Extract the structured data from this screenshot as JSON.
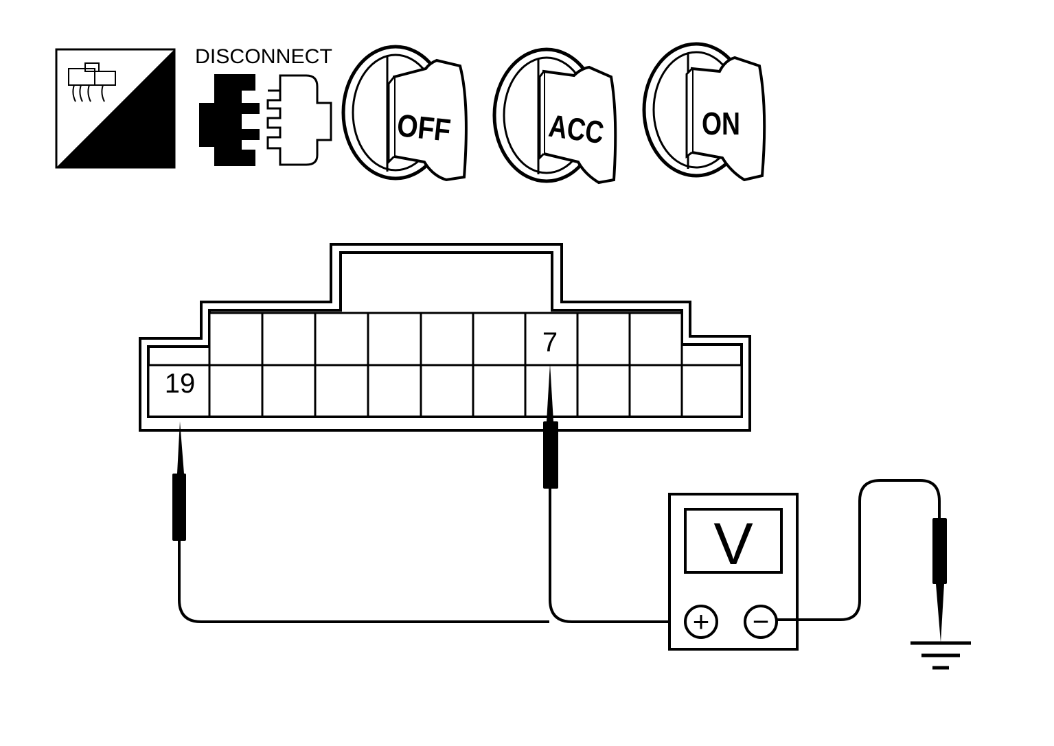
{
  "harness_side_icon": {
    "label": "H.S."
  },
  "disconnect_icon": {
    "label": "DISCONNECT"
  },
  "ignition_switch": {
    "positions": [
      {
        "label": "OFF"
      },
      {
        "label": "ACC"
      },
      {
        "label": "ON"
      }
    ]
  },
  "connector": {
    "probe_terminals": [
      {
        "label": "19"
      },
      {
        "label": "7"
      }
    ]
  },
  "voltmeter": {
    "display": "V",
    "positive_terminal": "+",
    "negative_terminal": "−"
  },
  "colors": {
    "ink": "#000000",
    "paper": "#ffffff"
  }
}
